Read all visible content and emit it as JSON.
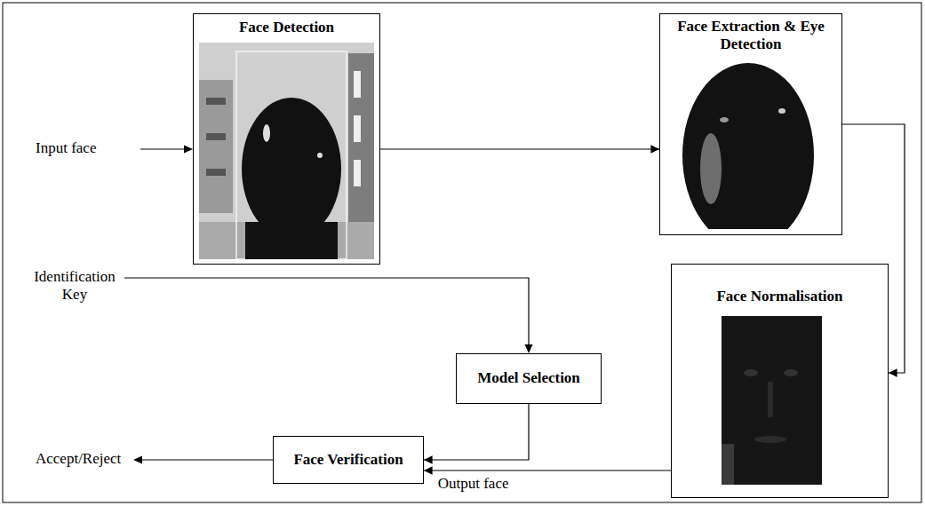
{
  "diagram": {
    "nodes": [
      {
        "text": [
          "Face Detection"
        ]
      },
      {
        "text": [
          "Face Extraction & Eye Detection"
        ]
      },
      {
        "text": [
          "Face Normalisation"
        ]
      },
      {
        "text": [
          "Model Selection"
        ]
      },
      {
        "text": [
          "Face Verification"
        ]
      }
    ],
    "edges": [
      {
        "from": 0,
        "to": 1,
        "arrow": "to"
      },
      {
        "from": 1,
        "to": 2,
        "arrow": "to"
      },
      {
        "from": 3,
        "to": 4,
        "arrow": "to"
      },
      {
        "from": 2,
        "to": 4,
        "label": "Output face",
        "arrow": "to"
      }
    ],
    "labels": [
      "Input face",
      "Identification Key",
      "Accept/Reject"
    ]
  }
}
